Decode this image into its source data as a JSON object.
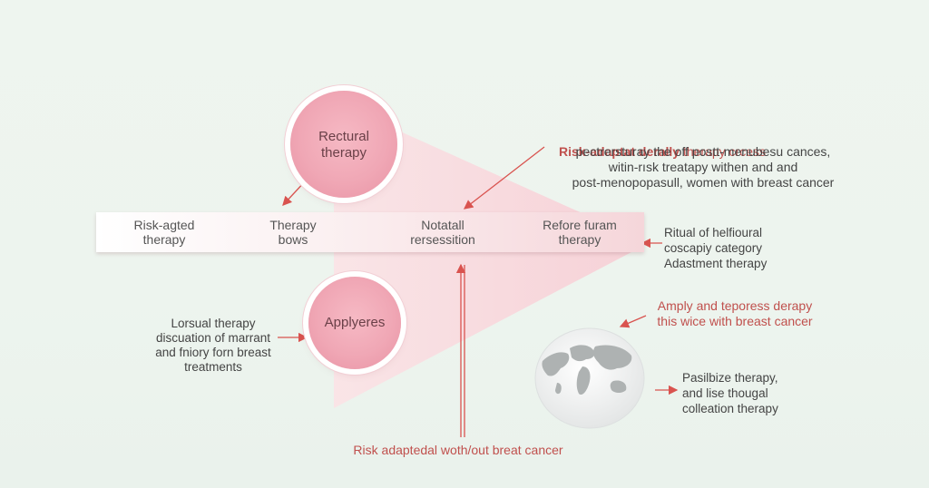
{
  "colors": {
    "accent": "#d9534f",
    "circle_fill": "#f0a7b5",
    "triangle_fill": "#f7cfd5",
    "background": "#edf4ee"
  },
  "nodes": {
    "top_circle": "Rectural\ntherapy",
    "bottom_circle": "Applyeres"
  },
  "band": {
    "cells": [
      "Risk-agted\ntherapy",
      "Therapy\nbows",
      "Notatall\nrersessition",
      "Refore furam\ntherapy"
    ]
  },
  "annotations": {
    "main_title": "Risk-adaptat derally",
    "main_title_rest": " therapy crcess",
    "main_lines": "pectrersturay the off postt-menubesu cances,\nwitin-rısk treatapy withen and and\npost-menopopasull, women with breast cancer",
    "right_mid": "Ritual of helfioural\ncoscapiy category\nAdastment therapy",
    "left_bottom": "Lorsual therapy\ndiscuation of marrant\nand fniory forn breast\ntreatments",
    "right_red": "Amply and teporess derapy\nthis wice with breast cancer",
    "globe_note": "Pasilbize therapy,\nand lise thougal\ncolleation therapy",
    "bottom": "Risk adaptedal woth/out breat cancer"
  },
  "icons": {
    "globe": "world-globe-icon"
  }
}
